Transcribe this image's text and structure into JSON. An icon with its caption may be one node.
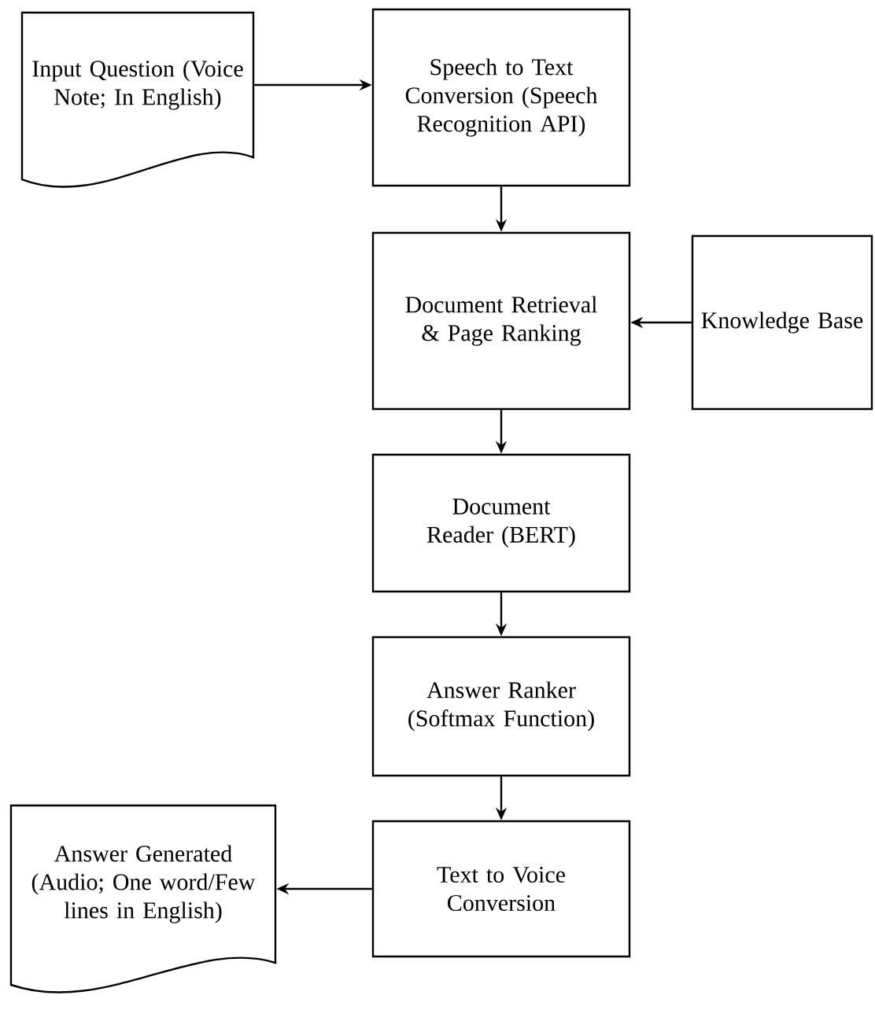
{
  "diagram": {
    "nodes": [
      {
        "text": [
          "Input Question (Voice Note; In English)"
        ]
      },
      {
        "text": [
          "Speech to Text Conversion (Speech Recognition API)"
        ]
      },
      {
        "text": [
          "Document Retrieval & Page Ranking"
        ]
      },
      {
        "text": [
          "Knowledge Base"
        ]
      },
      {
        "text": [
          "Document Reader (BERT)"
        ]
      },
      {
        "text": [
          "Answer Ranker (Softmax Function)"
        ]
      },
      {
        "text": [
          "Text to Voice Conversion"
        ]
      },
      {
        "text": [
          "Answer Generated (Audio; One word/Few lines in English)"
        ]
      }
    ],
    "edges": [
      {
        "from": 0,
        "to": 1,
        "arrow": "to"
      },
      {
        "from": 1,
        "to": 2,
        "arrow": "to"
      },
      {
        "from": 3,
        "to": 2,
        "arrow": "to"
      },
      {
        "from": 2,
        "to": 4,
        "arrow": "to"
      },
      {
        "from": 4,
        "to": 5,
        "arrow": "to"
      },
      {
        "from": 5,
        "to": 6,
        "arrow": "to"
      },
      {
        "from": 6,
        "to": 7,
        "arrow": "to"
      }
    ]
  }
}
